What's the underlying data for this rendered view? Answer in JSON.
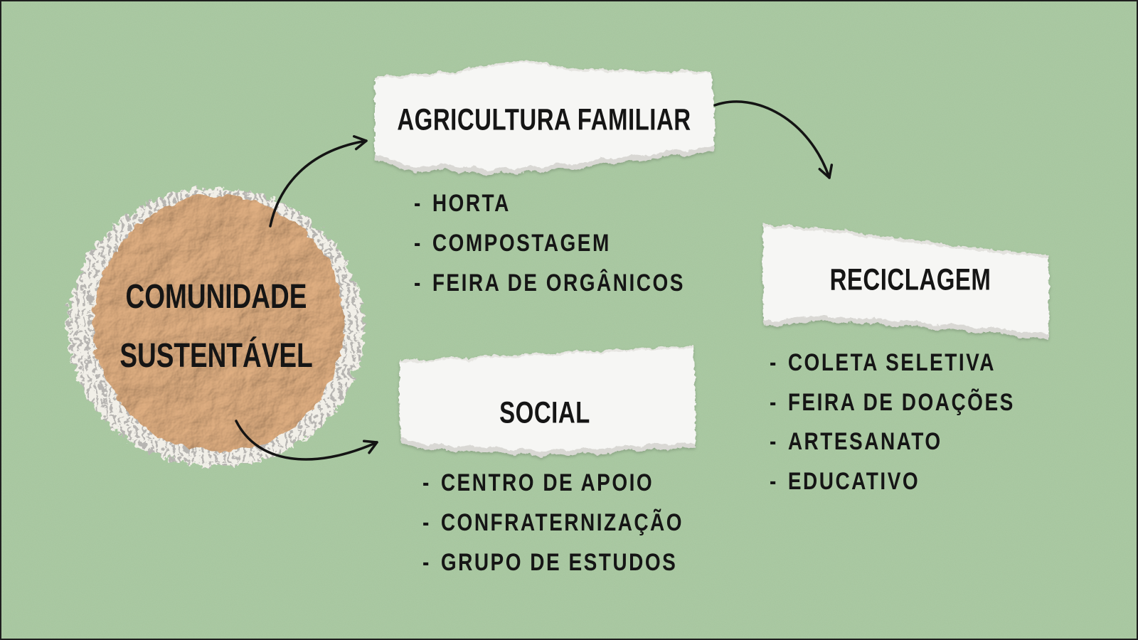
{
  "center": {
    "title": "COMUNIDADE SUSTENTÁVEL"
  },
  "bullet": "-",
  "branches": [
    {
      "title": "AGRICULTURA FAMILIAR",
      "items": [
        "HORTA",
        "COMPOSTAGEM",
        "FEIRA DE ORGÂNICOS"
      ]
    },
    {
      "title": "RECICLAGEM",
      "items": [
        "COLETA SELETIVA",
        "FEIRA DE DOAÇÕES",
        "ARTESANATO",
        "EDUCATIVO"
      ]
    },
    {
      "title": "SOCIAL",
      "items": [
        "CENTRO DE APOIO",
        "CONFRATERNIZAÇÃO",
        "GRUPO DE ESTUDOS"
      ]
    }
  ],
  "icons": {
    "connector": "curved-arrow-icon"
  },
  "colors": {
    "background": "#a8c8a0",
    "ink": "#151515",
    "paper": "#f6f6f4",
    "kraft": "#e2b183",
    "newsprint": "#f1efe8"
  }
}
